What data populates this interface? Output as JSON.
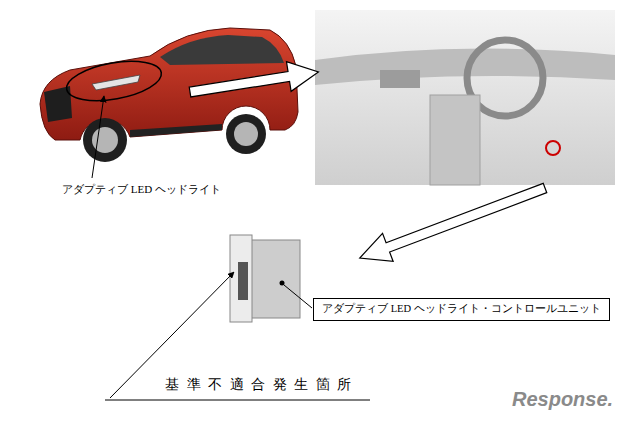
{
  "diagram": {
    "nodes": [
      {
        "text": [
          "アダプティブ LED ヘッドライト・コントロールユニット"
        ]
      }
    ],
    "labels": [
      "アダプティブ LED ヘッドライト",
      "基 準 不 適 合 発 生 箇 所",
      "Response."
    ]
  }
}
